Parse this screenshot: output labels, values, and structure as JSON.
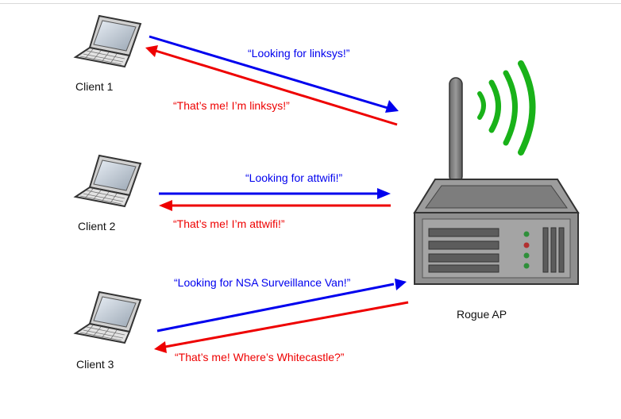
{
  "colors": {
    "request": "#0000ee",
    "response": "#ee0000",
    "label": "#111111",
    "signal": "#19b219",
    "device_body": "#8f8f8f",
    "device_dark": "#555555"
  },
  "icons": {
    "client": "laptop-icon",
    "access_point": "wireless-router-icon"
  },
  "access_point": {
    "label": "Rogue AP"
  },
  "clients": [
    {
      "label": "Client 1",
      "request": "“Looking for linksys!”",
      "response": "“That’s me! I’m linksys!”"
    },
    {
      "label": "Client 2",
      "request": "“Looking for attwifi!”",
      "response": "“That’s me! I’m attwifi!”"
    },
    {
      "label": "Client 3",
      "request": "“Looking for NSA Surveillance Van!”",
      "response": "“That’s me! Where’s Whitecastle?”"
    }
  ]
}
